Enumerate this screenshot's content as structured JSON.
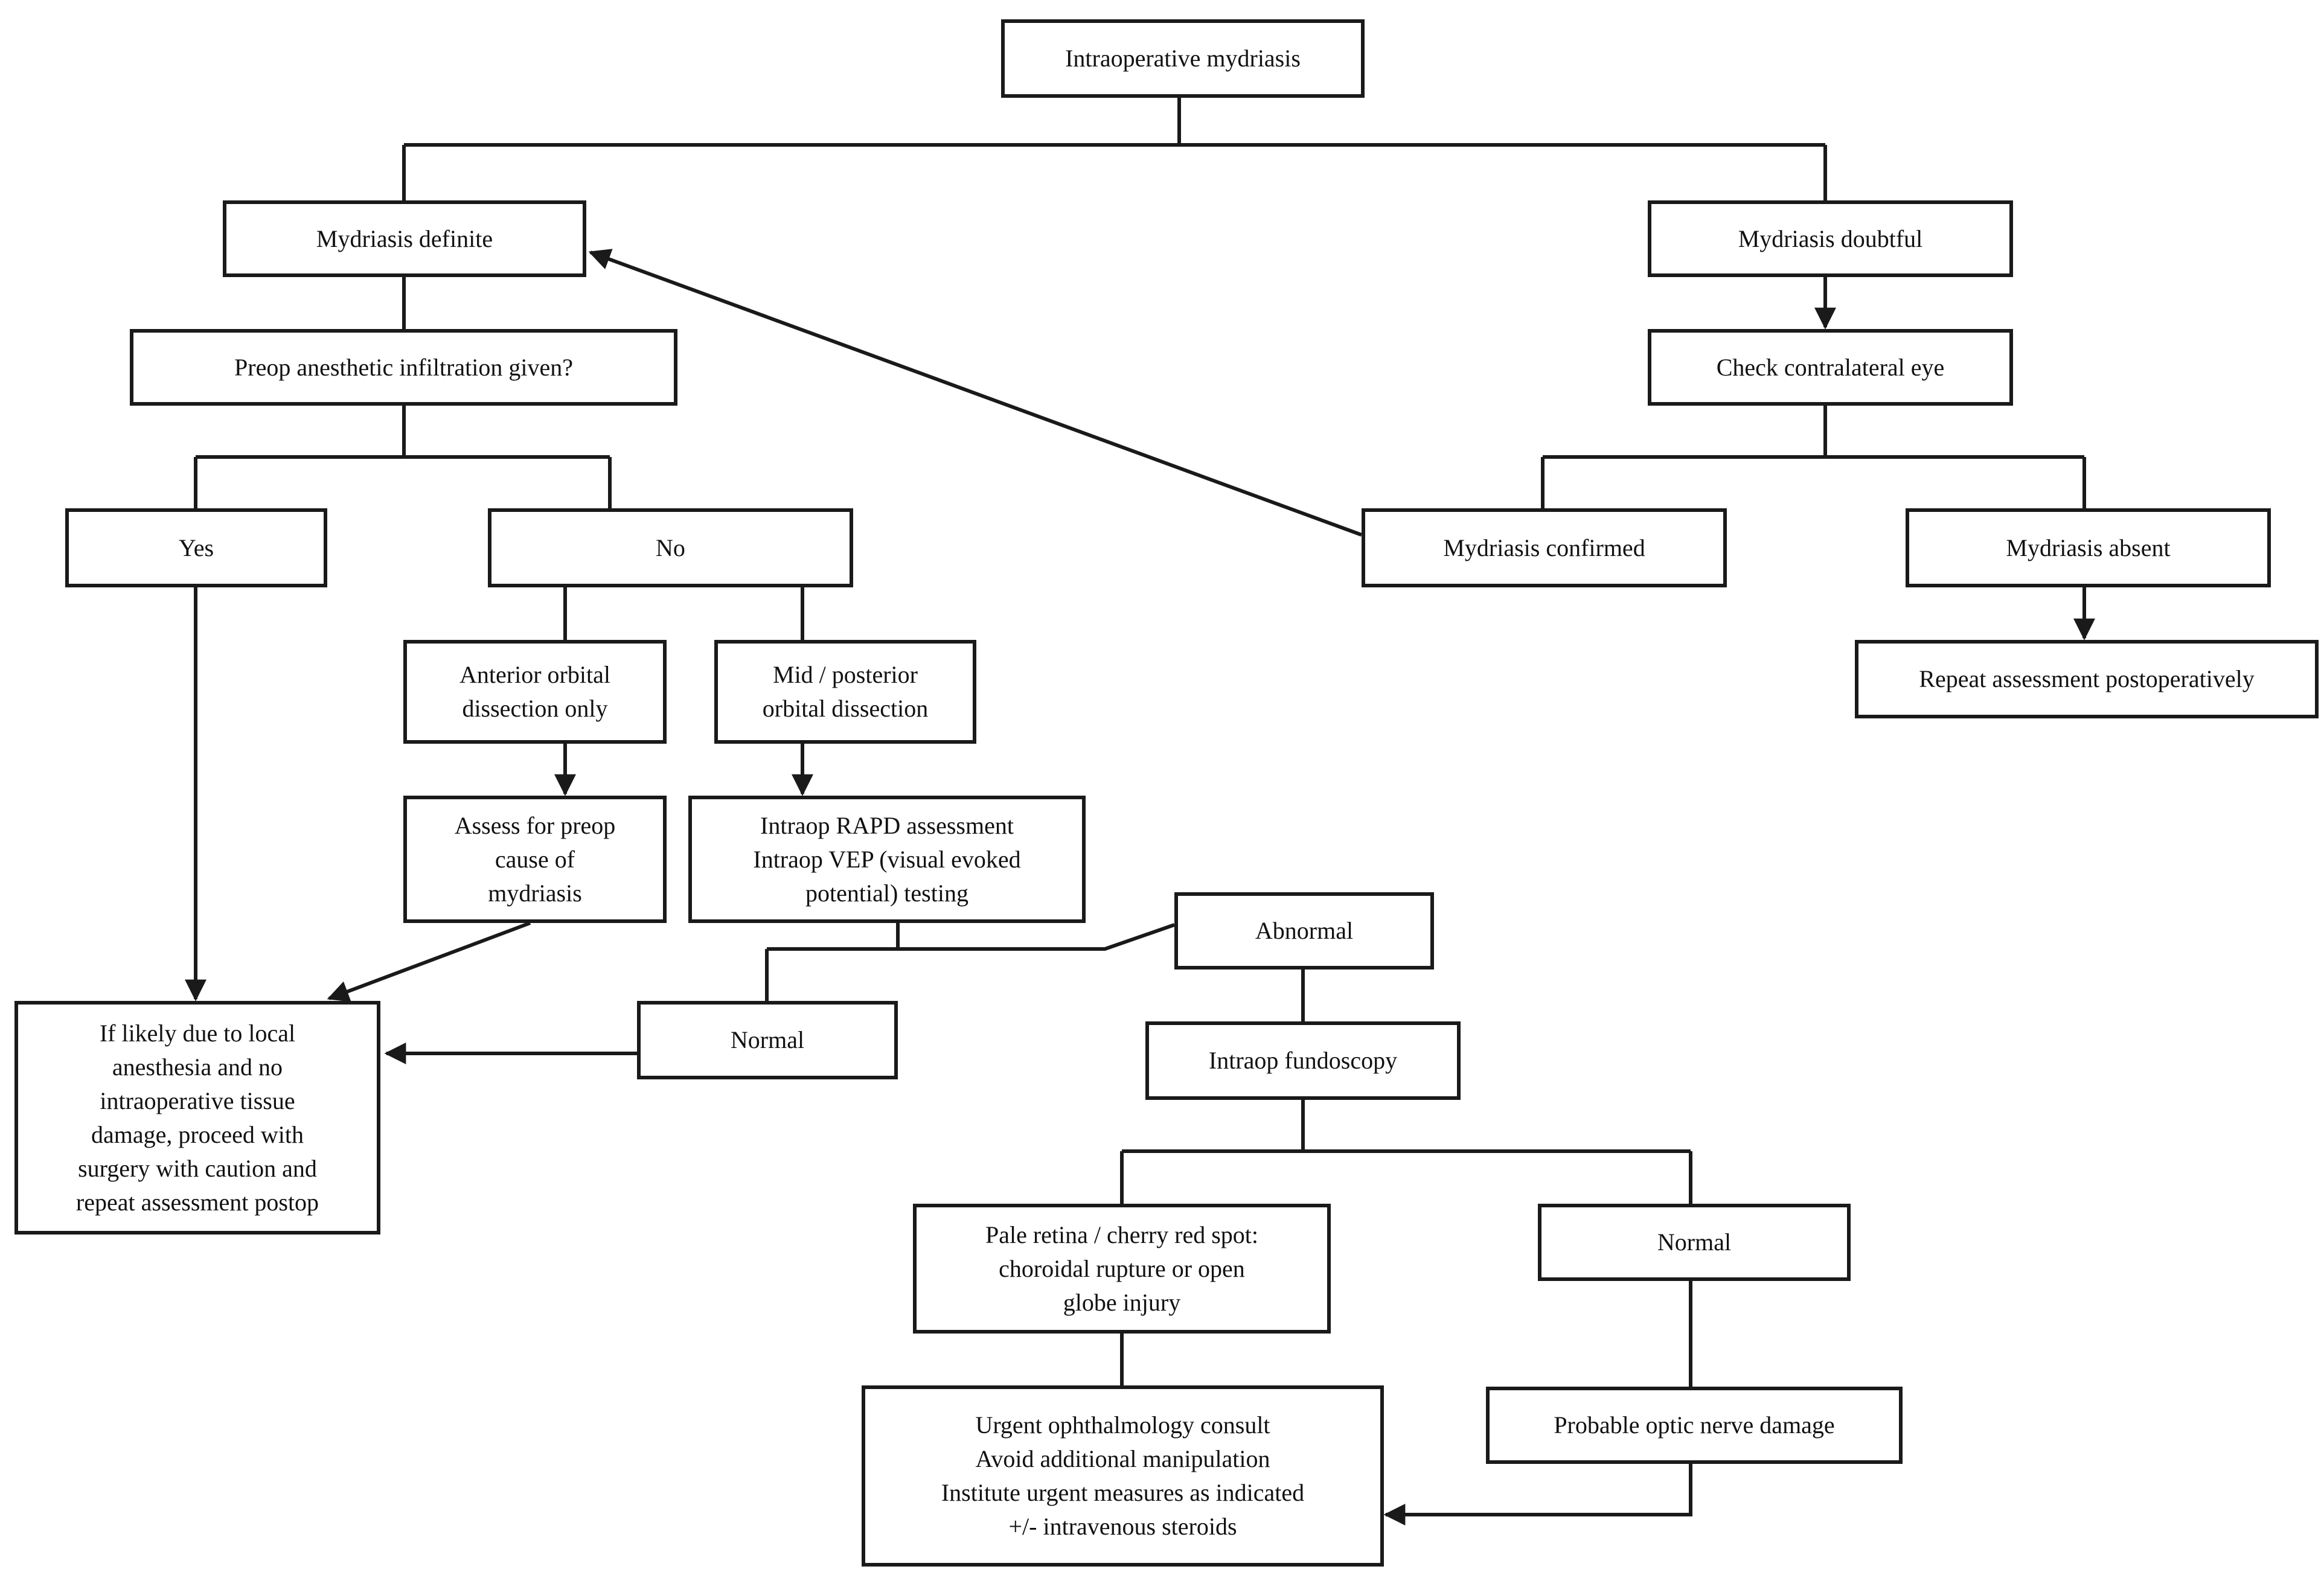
{
  "diagram": {
    "nodes": {
      "intraop_mydriasis": "Intraoperative mydriasis",
      "mydriasis_definite": "Mydriasis definite",
      "mydriasis_doubtful": "Mydriasis doubtful",
      "preop_infiltration": "Preop anesthetic infiltration given?",
      "check_contralateral": "Check contralateral eye",
      "yes": "Yes",
      "no": "No",
      "mydriasis_confirmed": "Mydriasis confirmed",
      "mydriasis_absent": "Mydriasis absent",
      "repeat_postop": "Repeat assessment postoperatively",
      "anterior_dissection": "Anterior orbital\ndissection only",
      "mid_posterior_dissection": "Mid / posterior\norbital dissection",
      "assess_preop_cause": "Assess for preop\ncause of\nmydriasis",
      "rapd_vep": "Intraop RAPD assessment\nIntraop VEP (visual evoked\npotential) testing",
      "abnormal": "Abnormal",
      "local_anesthesia_proceed": "If likely due to local\nanesthesia and no\nintraoperative tissue\ndamage, proceed with\nsurgery with caution and\nrepeat assessment postop",
      "normal_vep": "Normal",
      "intraop_fundoscopy": "Intraop fundoscopy",
      "pale_retina": "Pale retina / cherry red spot:\nchoroidal rupture or open\nglobe injury",
      "normal_fundoscopy": "Normal",
      "urgent_consult": "Urgent ophthalmology consult\nAvoid additional manipulation\nInstitute urgent measures as indicated\n+/- intravenous steroids",
      "optic_nerve_damage": "Probable optic nerve damage"
    }
  }
}
